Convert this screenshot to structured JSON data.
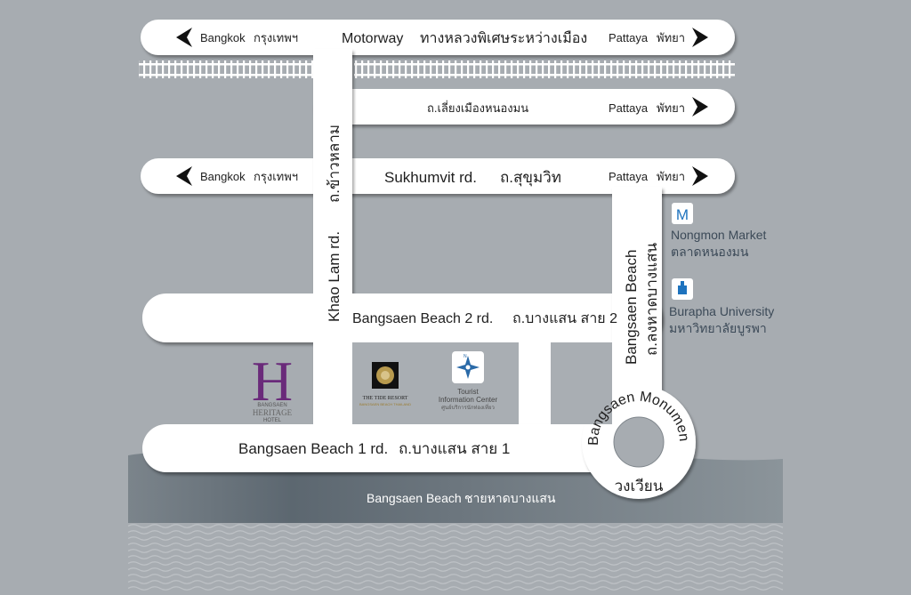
{
  "roads": {
    "motorway": {
      "left_en": "Bangkok",
      "left_th": "กรุงเทพฯ",
      "name_en": "Motorway",
      "name_th": "ทางหลวงพิเศษระหว่างเมือง",
      "right_en": "Pattaya",
      "right_th": "พัทยา"
    },
    "bypass": {
      "name_th": "ถ.เลี่ยงเมืองหนองมน",
      "right_en": "Pattaya",
      "right_th": "พัทยา"
    },
    "sukhumvit": {
      "left_en": "Bangkok",
      "left_th": "กรุงเทพฯ",
      "name_en": "Sukhumvit rd.",
      "name_th": "ถ.สุขุมวิท",
      "right_en": "Pattaya",
      "right_th": "พัทยา"
    },
    "khao_lam": {
      "name_en": "Khao Lam rd.",
      "name_th": "ถ.ข้าวหลาม"
    },
    "beach2": {
      "name_en": "Bangsaen Beach 2 rd.",
      "name_th": "ถ.บางแสน สาย 2"
    },
    "beach1": {
      "name_en": "Bangsaen Beach 1 rd.",
      "name_th": "ถ.บางแสน สาย 1"
    },
    "long_hat": {
      "name_en": "Bangsaen Beach",
      "name_th": "ถ.ลงหาดบางแสน"
    }
  },
  "monument": {
    "name_en": "Bangsaen Monument",
    "name_th": "วงเวียน"
  },
  "beach": {
    "name_en": "Bangsaen Beach",
    "name_th": "ชายหาดบางแสน"
  },
  "pois": {
    "market": {
      "icon": "M",
      "name_en": "Nongmon Market",
      "name_th": "ตลาดหนองมน"
    },
    "university": {
      "name_en": "Burapha University",
      "name_th": "มหาวิทยาลัยบูรพา"
    },
    "heritage": {
      "letter": "H",
      "line1": "BANGSAEN",
      "line2": "HERITAGE",
      "line3": "HOTEL"
    },
    "tide": {
      "line1": "THE TIDE RESORT",
      "line2": "BANGSAEN BEACH THAILAND"
    },
    "tourist": {
      "icon": "N",
      "line1": "Tourist",
      "line2": "Information Center",
      "line3": "ศูนย์บริการนักท่องเที่ยว"
    }
  },
  "colors": {
    "background": "#a7acb1",
    "road": "#ffffff",
    "sea": "#6e7880",
    "poi_text": "#3c4a58",
    "icon_blue": "#1e73be",
    "heritage_purple": "#6a2a7a",
    "tide_gold": "#b89a4e"
  }
}
